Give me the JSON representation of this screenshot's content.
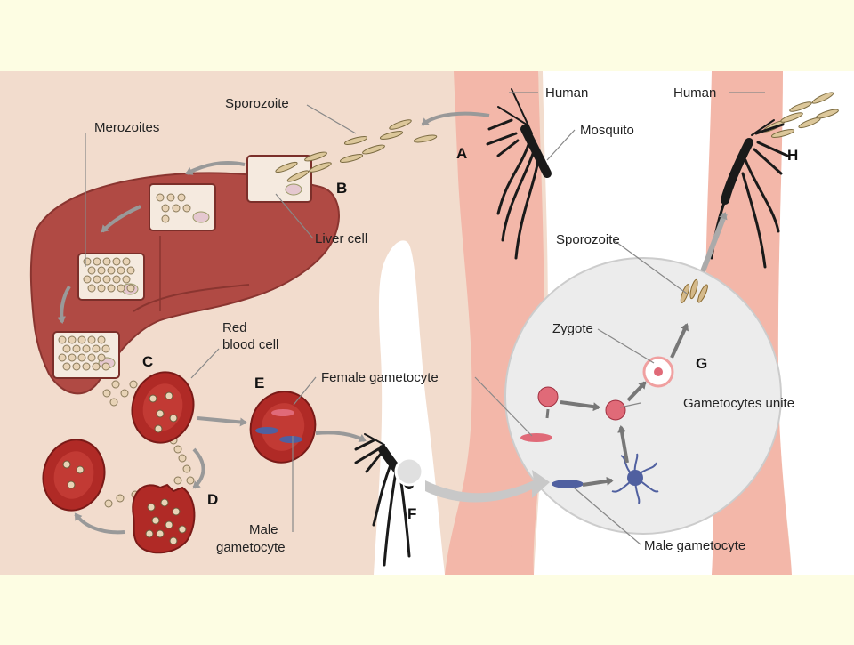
{
  "colors": {
    "page_background": "#fdfde3",
    "panel_background": "#f2dccd",
    "skin": "#f3b7a9",
    "liver": "#b04a44",
    "red_blood_cell": "#b02a26",
    "parasite": "#e8d3b6",
    "male_gametocyte": "#5060a0",
    "female_gametocyte": "#e06a78",
    "inset_circle": "#ececec"
  },
  "labels": {
    "human_left": "Human",
    "human_right": "Human",
    "mosquito": "Mosquito",
    "sporozoite_top": "Sporozoite",
    "merozoites": "Merozoites",
    "liver_cell": "Liver cell",
    "red_blood_cell_line1": "Red",
    "red_blood_cell_line2": "blood cell",
    "female_gametocyte": "Female gametocyte",
    "male_gametocyte_line1": "Male",
    "male_gametocyte_line2": "gametocyte",
    "sporozoite_inset": "Sporozoite",
    "zygote": "Zygote",
    "gametocytes_unite": "Gametocytes unite",
    "male_gametocyte_inset": "Male gametocyte"
  },
  "stages": {
    "a": "A",
    "b": "B",
    "c": "C",
    "d": "D",
    "e": "E",
    "f": "F",
    "g": "G",
    "h": "H"
  }
}
